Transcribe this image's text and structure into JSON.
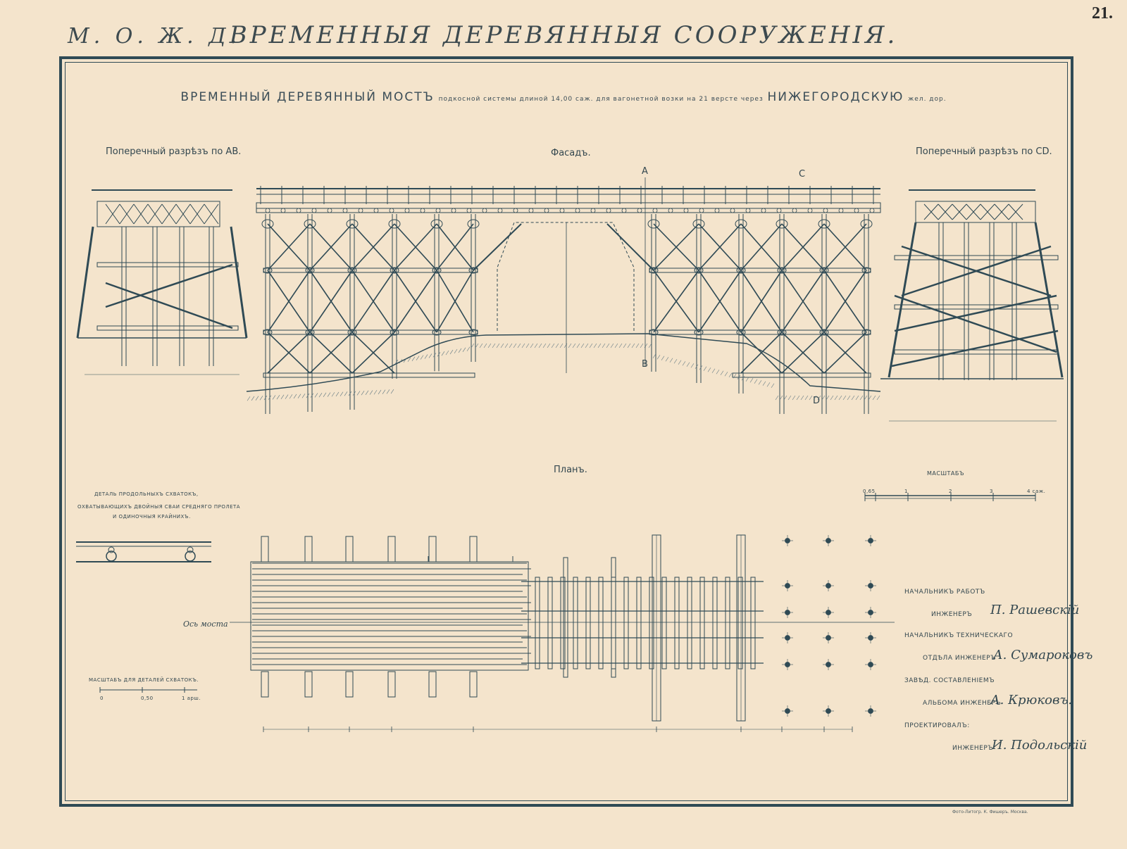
{
  "header": {
    "left": "М. О. Ж. Д.",
    "title": "ВРЕМЕННЫЯ ДЕРЕВЯННЫЯ СООРУЖЕНIЯ.",
    "page_number": "21."
  },
  "sheet_title": {
    "part1": "ВРЕМЕННЫЙ ДЕРЕВЯННЫЙ МОСТЪ",
    "part2": "подкосной системы длиной 14,00 саж. для вагонетной возки на 21 версте через",
    "part3": "НИЖЕГОРОДСКУЮ",
    "part4": "жел. дор."
  },
  "views": {
    "cross_section_ab": "Поперечный разрѣзъ по АВ.",
    "facade": "Фасадъ.",
    "cross_section_cd": "Поперечный разрѣзъ по CD.",
    "plan": "Планъ.",
    "scale": "МАСШТАБЪ",
    "axis_label": "Ось моста",
    "detail_title_1": "ДЕТАЛЬ ПРОДОЛЬНЫХЪ СХВАТОКЪ,",
    "detail_title_2": "ОХВАТЫВАЮЩИХЪ ДВОЙНЫЯ СВАИ СРЕДНЯГО ПРОЛЕТА",
    "detail_title_3": "И ОДИНОЧНЫЯ КРАЙНИХЪ.",
    "detail_scale": "МАСШТАБЪ ДЛЯ ДЕТАЛЕЙ СХВАТОКЪ."
  },
  "section_letters": {
    "a": "A",
    "b": "B",
    "c": "C",
    "d": "D"
  },
  "scale_ticks": [
    "0,65",
    "1",
    "2",
    "3",
    "4 саж."
  ],
  "detail_scale_ticks": [
    "0",
    "0,50",
    "1 арш."
  ],
  "credits": [
    {
      "role": "НАЧАЛЬНИКЪ РАБОТЪ",
      "title": "ИНЖЕНЕРЪ",
      "name": "П. Рашевскій"
    },
    {
      "role": "НАЧАЛЬНИКЪ ТЕХНИЧЕСКАГО",
      "title": "ОТДѢЛА ИНЖЕНЕРЪ",
      "name": "А. Сумароковъ"
    },
    {
      "role": "ЗАВѢД. СОСТАВЛЕНIЕМЪ",
      "title": "АЛЬБОМА ИНЖЕНЕРЪ",
      "name": "А. Крюковъ."
    },
    {
      "role": "ПРОЕКТИРОВАЛЪ:",
      "title": "ИНЖЕНЕРЪ",
      "name": "И. Подольскій"
    }
  ],
  "imprint": "Фото-Литогр. К. Фишеръ. Москва.",
  "colors": {
    "paper": "#f4e4cc",
    "ink": "#2f4a55",
    "light_ink": "#5e7680"
  }
}
